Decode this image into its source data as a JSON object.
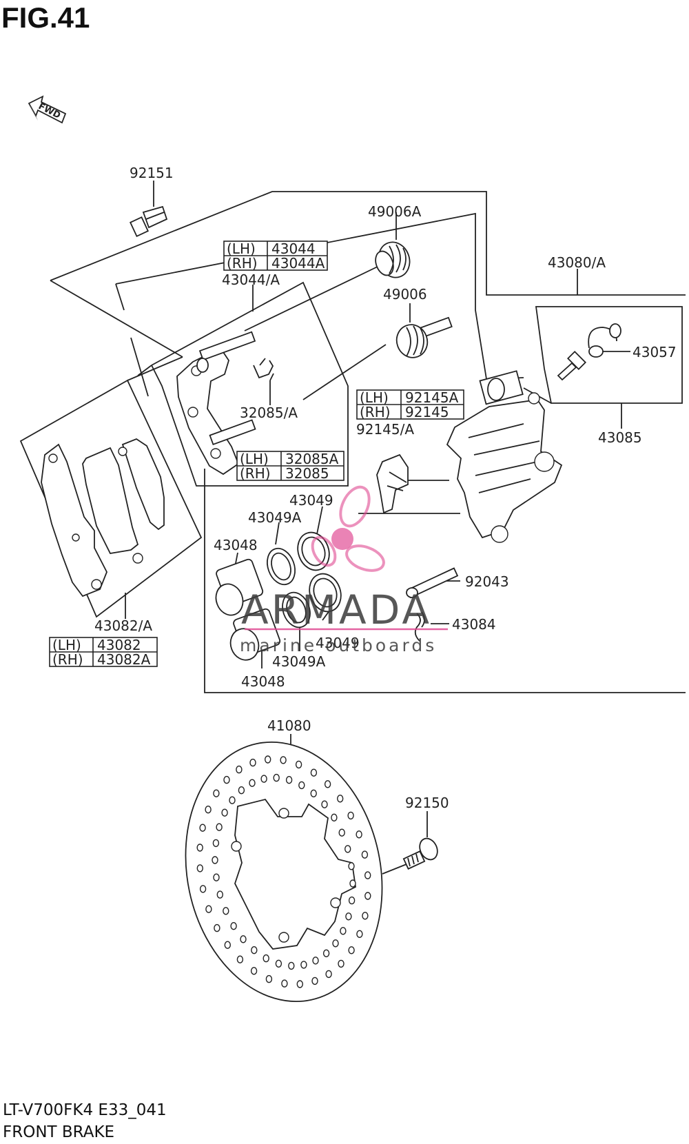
{
  "figure": {
    "title": "FIG.41",
    "fwd_label": "FWD"
  },
  "footer": {
    "model_code": "LT-V700FK4 E33_041",
    "section_title": "FRONT BRAKE"
  },
  "watermark": {
    "brand": "ARMADA",
    "tagline": "marine outboards",
    "logo_color": "#e04a92"
  },
  "callouts": {
    "c92151": "92151",
    "c49006A": "49006A",
    "c49006": "49006",
    "c43044A": "43044/A",
    "c43080A": "43080/A",
    "c43057": "43057",
    "c43085": "43085",
    "c32085A": "32085/A",
    "c92145A": "92145/A",
    "c43049_top": "43049",
    "c43049A_top": "43049A",
    "c43048_top": "43048",
    "c92043": "92043",
    "c43084": "43084",
    "c43049_bot": "43049",
    "c43049A_bot": "43049A",
    "c43048_bot": "43048",
    "c43082A": "43082/A",
    "c41080": "41080",
    "c92150": "92150"
  },
  "tables": {
    "t43044": [
      {
        "side": "(LH)",
        "part": "43044"
      },
      {
        "side": "(RH)",
        "part": "43044A"
      }
    ],
    "t92145": [
      {
        "side": "(LH)",
        "part": "92145A"
      },
      {
        "side": "(RH)",
        "part": "92145"
      }
    ],
    "t32085": [
      {
        "side": "(LH)",
        "part": "32085A"
      },
      {
        "side": "(RH)",
        "part": "32085"
      }
    ],
    "t43082": [
      {
        "side": "(LH)",
        "part": "43082"
      },
      {
        "side": "(RH)",
        "part": "43082A"
      }
    ]
  }
}
